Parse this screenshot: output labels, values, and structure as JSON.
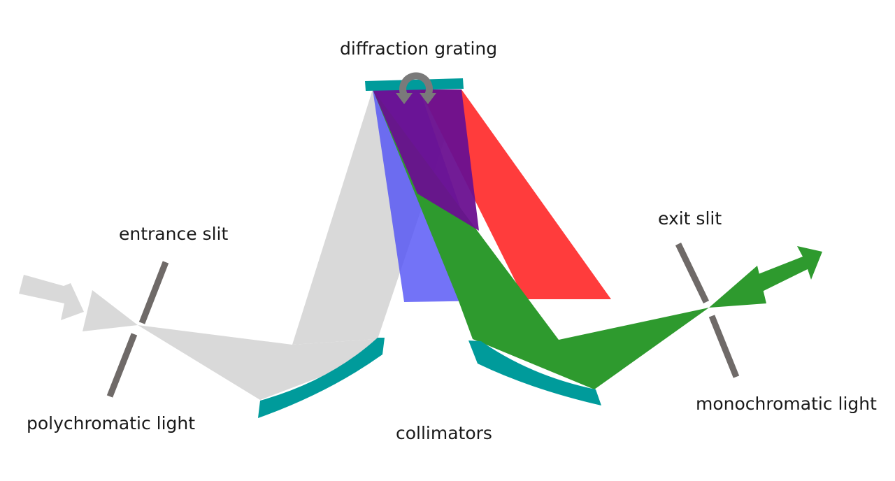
{
  "labels": {
    "diffraction_grating": "diffraction grating",
    "entrance_slit": "entrance slit",
    "exit_slit": "exit slit",
    "polychromatic_light": "polychromatic light",
    "collimators": "collimators",
    "monochromatic_light": "monochromatic light"
  },
  "colors": {
    "polychromatic_beam": "#d9d9d9",
    "slit": "#6f6a68",
    "optic": "#009b9b",
    "blue_beam": "#5050f5",
    "red_beam": "#ff1a1a",
    "violet_overlap": "#6a1090",
    "green_beam": "#2e9a2e",
    "rotation_arrow": "#7a7a7a"
  },
  "icons": {
    "rotation": "rotation-arrow-icon"
  }
}
